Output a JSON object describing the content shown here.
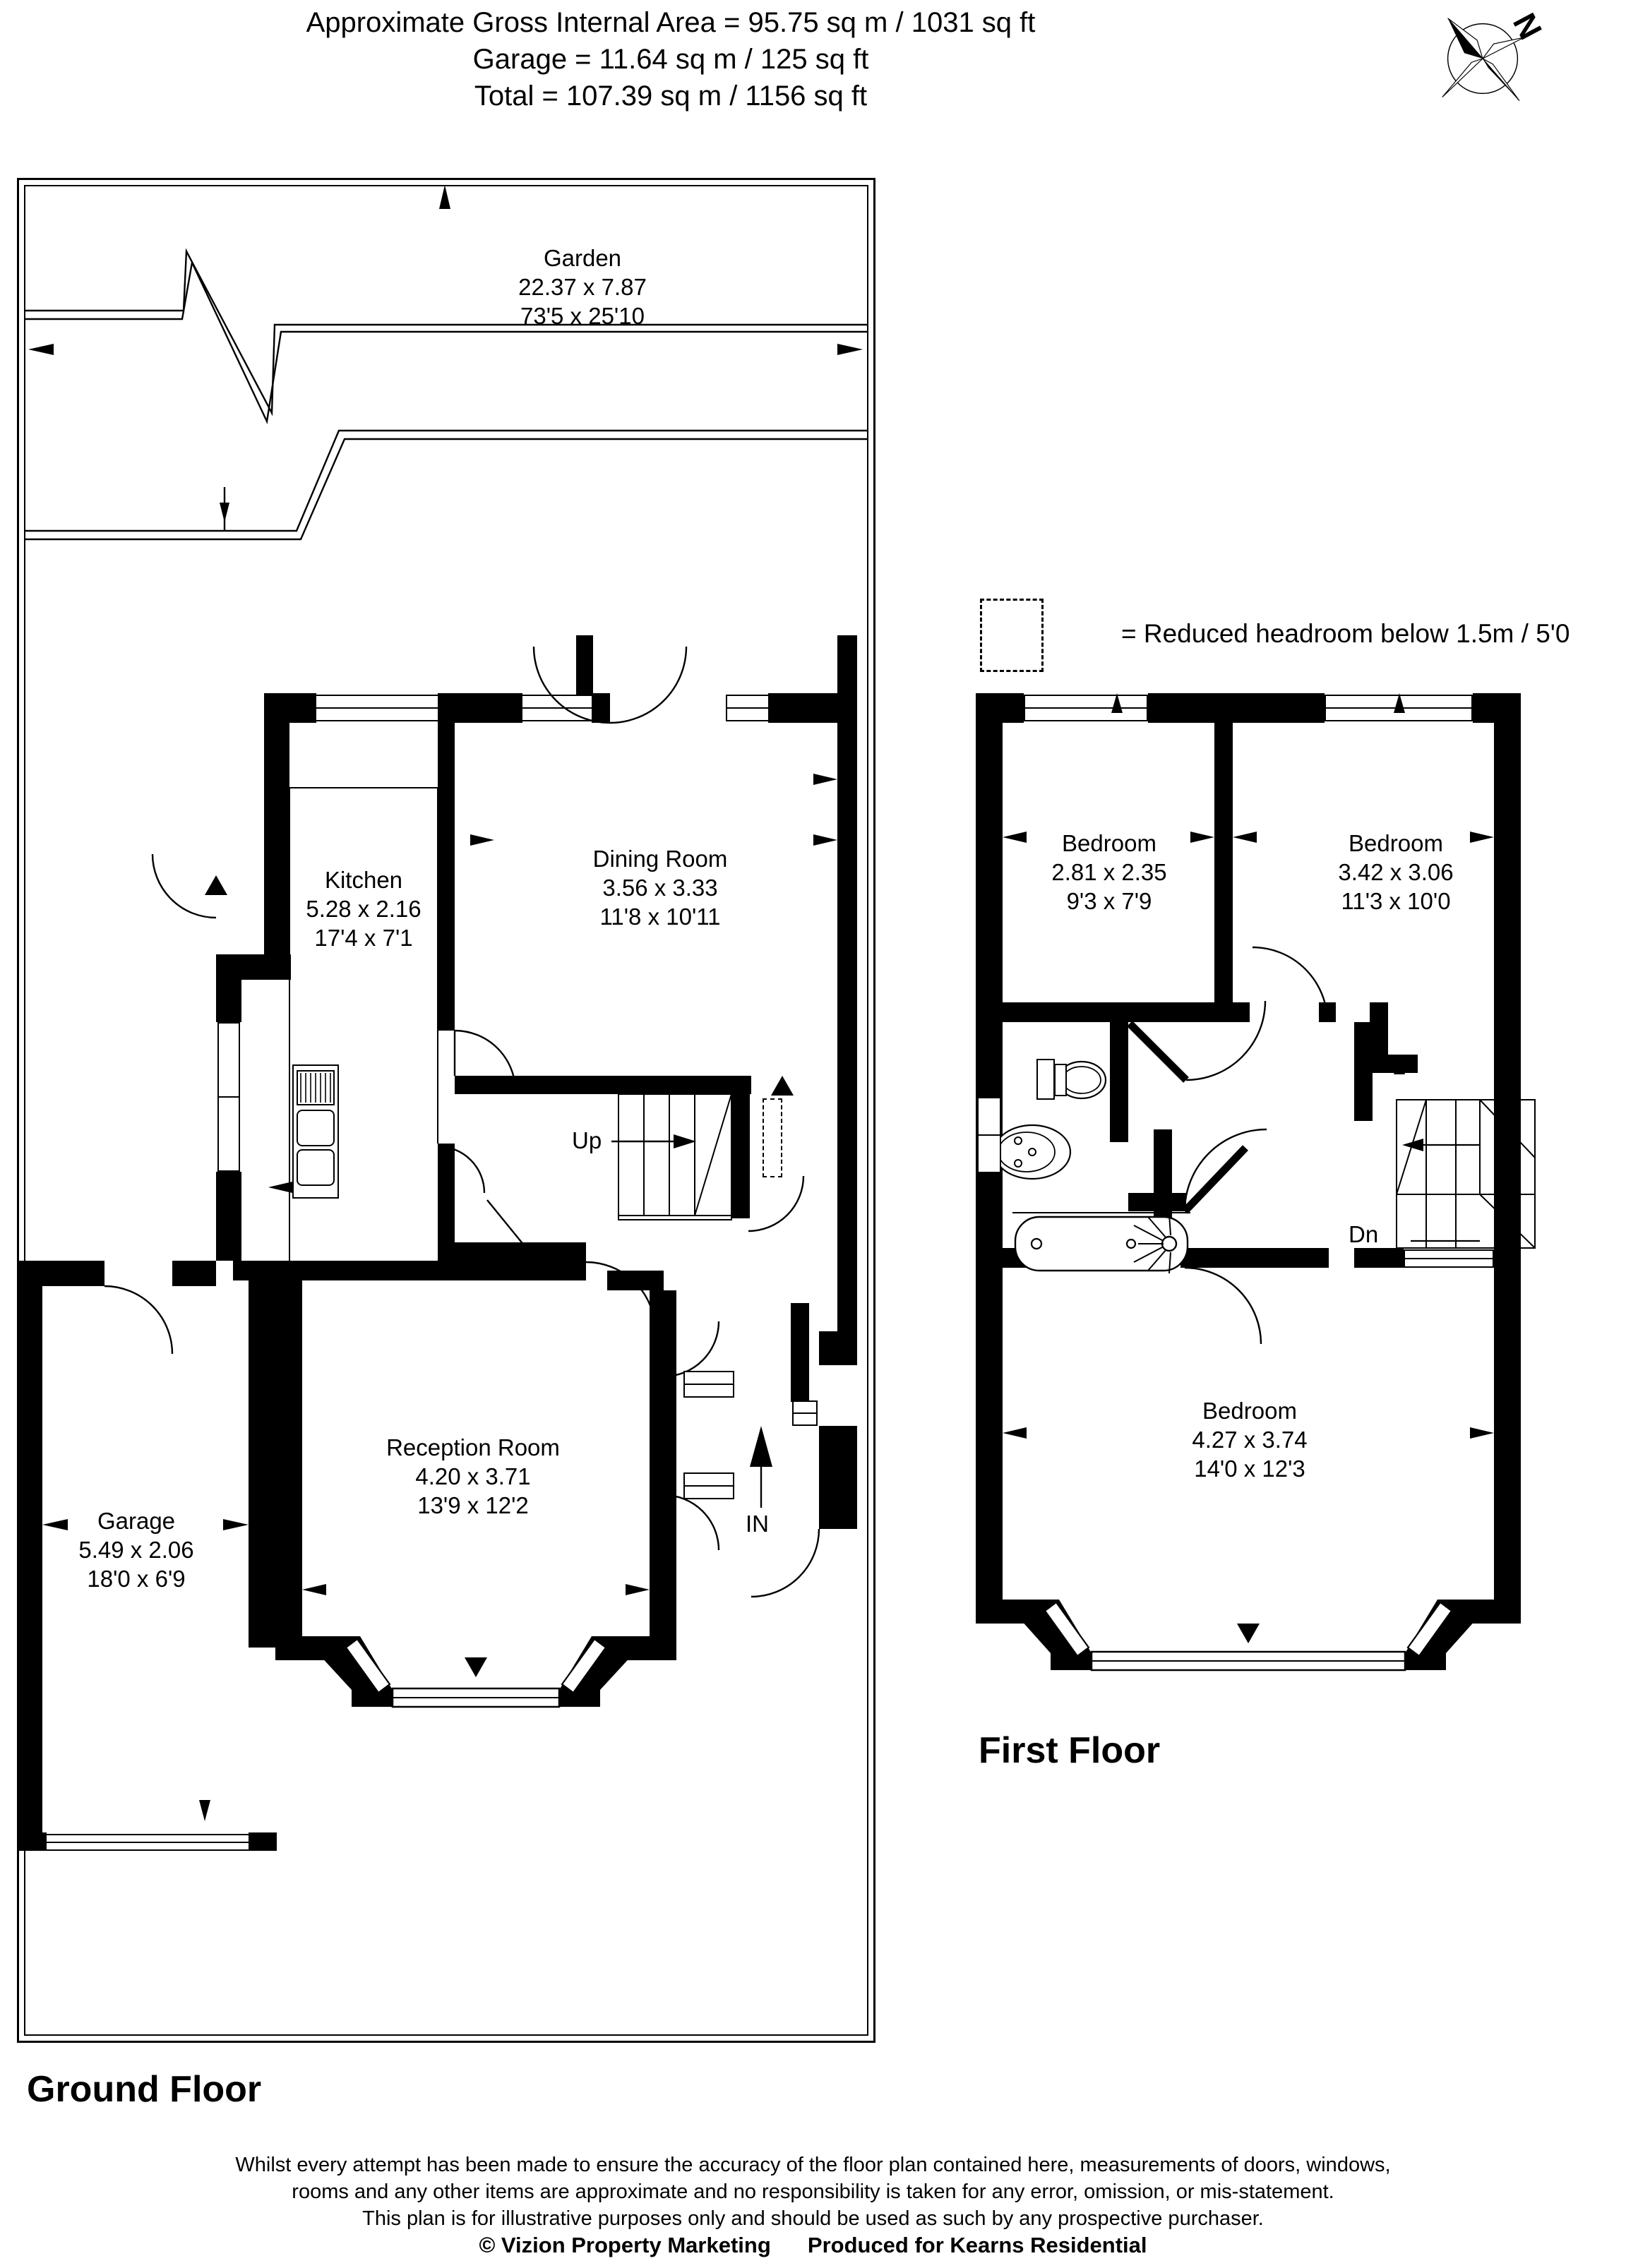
{
  "header": {
    "line1": "Approximate Gross Internal Area = 95.75 sq m / 1031 sq ft",
    "line2": "Garage = 11.64 sq m / 125 sq ft",
    "line3": "Total = 107.39 sq m / 1156 sq ft"
  },
  "compass": {
    "north_label": "N"
  },
  "legend": {
    "text": "= Reduced headroom below 1.5m / 5'0"
  },
  "floors": [
    {
      "id": "ground",
      "title": "Ground Floor"
    },
    {
      "id": "first",
      "title": "First Floor"
    }
  ],
  "rooms": {
    "garden": {
      "name": "Garden",
      "metric": "22.37 x 7.87",
      "imperial": "73'5 x 25'10"
    },
    "kitchen": {
      "name": "Kitchen",
      "metric": "5.28 x 2.16",
      "imperial": "17'4 x 7'1"
    },
    "dining": {
      "name": "Dining Room",
      "metric": "3.56 x 3.33",
      "imperial": "11'8 x 10'11"
    },
    "reception": {
      "name": "Reception Room",
      "metric": "4.20 x 3.71",
      "imperial": "13'9 x 12'2"
    },
    "garage": {
      "name": "Garage",
      "metric": "5.49 x 2.06",
      "imperial": "18'0 x 6'9"
    },
    "bedroom_small": {
      "name": "Bedroom",
      "metric": "2.81 x 2.35",
      "imperial": "9'3 x 7'9"
    },
    "bedroom_mid": {
      "name": "Bedroom",
      "metric": "3.42 x 3.06",
      "imperial": "11'3 x 10'0"
    },
    "bedroom_main": {
      "name": "Bedroom",
      "metric": "4.27 x 3.74",
      "imperial": "14'0 x 12'3"
    }
  },
  "annotations": {
    "stairs_up": "Up",
    "stairs_down": "Dn",
    "entrance": "IN"
  },
  "footer": {
    "line1": "Whilst every attempt has been made to ensure the accuracy of the floor plan contained here, measurements of doors, windows,",
    "line2": "rooms and any other items are approximate and no responsibility is taken for any error, omission, or mis-statement.",
    "line3": "This plan is for illustrative purposes only and should be used as such by any prospective purchaser.",
    "copyright": "© Vizion Property Marketing",
    "produced_for": "Produced for Kearns Residential"
  },
  "colors": {
    "wall": "#000000",
    "background": "#ffffff",
    "line": "#000000"
  }
}
